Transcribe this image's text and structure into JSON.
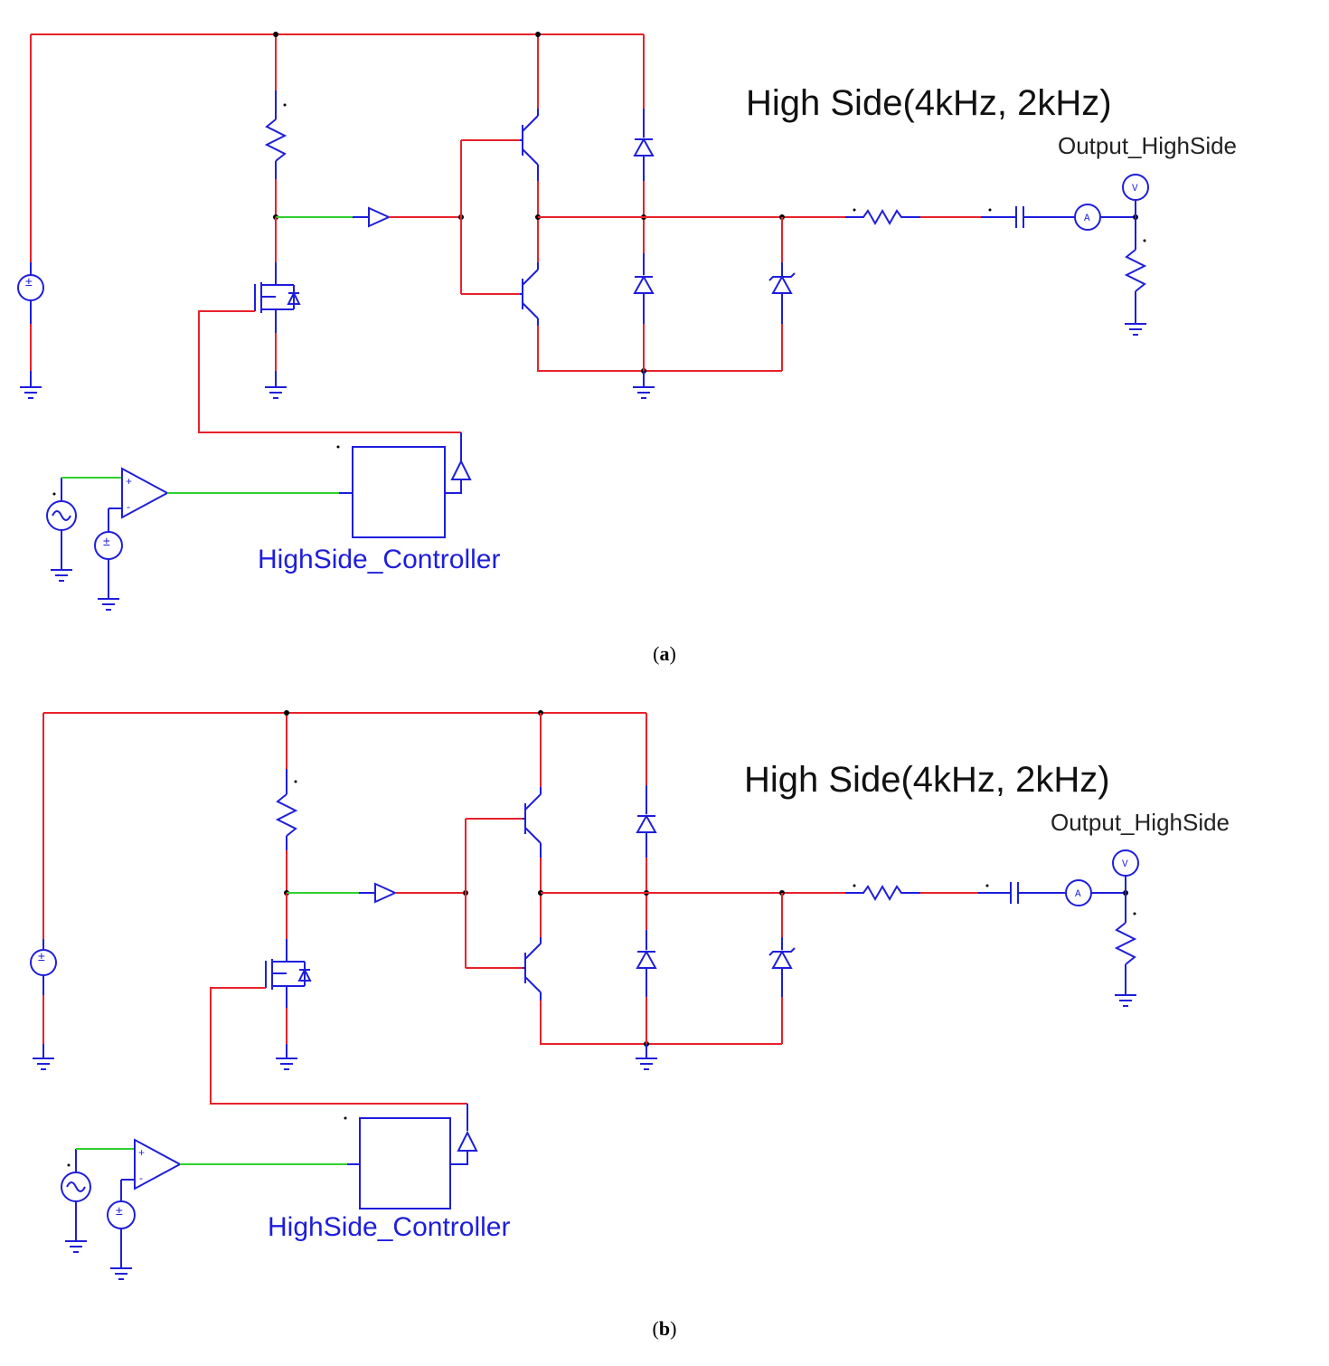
{
  "panels": [
    {
      "id": "a",
      "caption_label": "a",
      "title": "High Side(4kHz, 2kHz)",
      "output_label": "Output_HighSide",
      "controller_label": "HighSide_Controller",
      "voltmeter_symbol": "V",
      "ammeter_symbol": "A"
    },
    {
      "id": "b",
      "caption_label": "b",
      "title": "High Side(4kHz, 2kHz)",
      "output_label": "Output_HighSide",
      "controller_label": "HighSide_Controller",
      "voltmeter_symbol": "V",
      "ammeter_symbol": "A"
    }
  ],
  "colors": {
    "power_wire": "#e8212b",
    "component": "#1e1edc",
    "signal_wire": "#2fd02f"
  }
}
